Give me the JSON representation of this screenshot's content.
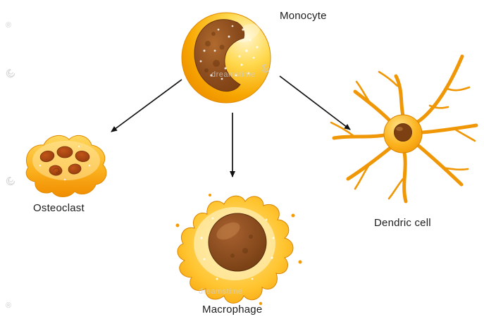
{
  "diagram": {
    "description": "Monocyte differentiation diagram",
    "nodes": {
      "monocyte": {
        "label": "Monocyte"
      },
      "osteoclast": {
        "label": "Osteoclast"
      },
      "macrophage": {
        "label": "Macrophage"
      },
      "dendritic": {
        "label": "Dendric cell"
      }
    },
    "edges": [
      {
        "from": "monocyte",
        "to": "osteoclast"
      },
      {
        "from": "monocyte",
        "to": "macrophage"
      },
      {
        "from": "monocyte",
        "to": "dendritic"
      }
    ]
  },
  "colors": {
    "cell_orange": "#F59B00",
    "cell_yellow": "#FFD94F",
    "cell_highlight": "#FFF0B8",
    "nucleus_brown": "#7C3F10",
    "nucleus_light": "#A86030",
    "osteoclast_nucleus": "#B5451B",
    "arrow_black": "#111111",
    "watermark_gray": "#c6c6c6"
  },
  "watermarks": {
    "brand_text": "dreamstime",
    "registered_symbol": "®"
  }
}
